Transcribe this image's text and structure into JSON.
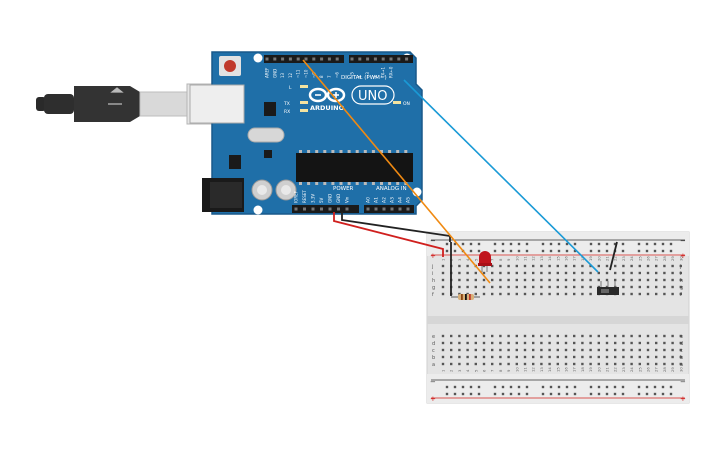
{
  "arduino": {
    "brand": "ARDUINO",
    "model": "UNO",
    "digital_label": "DIGITAL (PWM~)",
    "power_label": "POWER",
    "analog_label": "ANALOG IN",
    "on_label": "ON",
    "tx_label": "TX",
    "rx_label": "RX",
    "l_label": "L",
    "top_header_labels": [
      "AREF",
      "GND",
      "13",
      "12",
      "~11",
      "~10",
      "~9",
      "8",
      "7",
      "~6",
      "~5",
      "4",
      "~3",
      "2",
      "TX→1",
      "RX←0"
    ],
    "power_pin_labels": [
      "IOREF",
      "RESET",
      "3.3V",
      "5V",
      "GND",
      "GND",
      "Vin"
    ],
    "analog_pin_labels": [
      "A0",
      "A1",
      "A2",
      "A3",
      "A4",
      "A5"
    ]
  },
  "breadboard": {
    "row_letters_top": [
      "j",
      "i",
      "h",
      "g",
      "f"
    ],
    "row_letters_bottom": [
      "e",
      "d",
      "c",
      "b",
      "a"
    ],
    "rail_plus": "+",
    "rail_minus": "−",
    "column_numbers": [
      "1",
      "2",
      "3",
      "4",
      "5",
      "6",
      "7",
      "8",
      "9",
      "10",
      "11",
      "12",
      "13",
      "14",
      "15",
      "16",
      "17",
      "18",
      "19",
      "20",
      "21",
      "22",
      "23",
      "24",
      "25",
      "26",
      "27",
      "28",
      "29",
      "30"
    ]
  },
  "colors": {
    "board_blue": "#1f6fa8",
    "wire_red": "#d0201e",
    "wire_black": "#222222",
    "wire_orange": "#f08a12",
    "wire_blue": "#1a9ad6",
    "led_red": "#c0141c"
  },
  "components": {
    "usb_cable": "usb-cable",
    "led": "red-led",
    "resistor": "resistor",
    "button": "slide-switch"
  }
}
